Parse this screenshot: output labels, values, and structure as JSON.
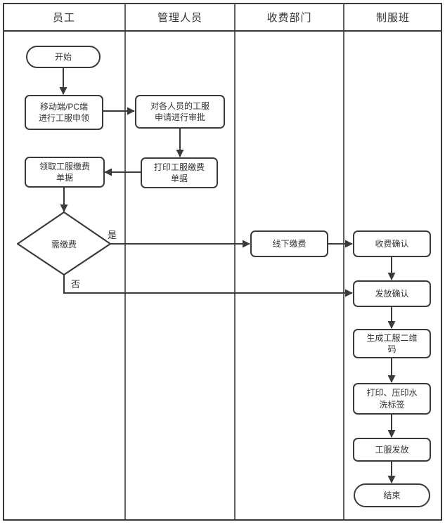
{
  "diagram": {
    "type": "swimlane-flowchart",
    "lanes": [
      {
        "label": "员工"
      },
      {
        "label": "管理人员"
      },
      {
        "label": "收费部门"
      },
      {
        "label": "制服班"
      }
    ],
    "nodes": {
      "start": "开始",
      "apply": "移动端/PC端\n进行工服申领",
      "approve": "对各人员的工服\n申请进行审批",
      "print_receipt": "打印工服缴费\n单据",
      "receive_receipt": "领取工服缴费\n单据",
      "decision": "需缴费",
      "offline_pay": "线下缴费",
      "fee_confirm": "收费确认",
      "issue_confirm": "发放确认",
      "qr_code": "生成工服二维\n码",
      "wash_label": "打印、压印水\n洗标签",
      "issue": "工服发放",
      "end": "结束"
    },
    "edge_labels": {
      "yes": "是",
      "no": "否"
    },
    "colors": {
      "line": "#3a3a3a",
      "text": "#333333",
      "background": "#ffffff"
    }
  }
}
